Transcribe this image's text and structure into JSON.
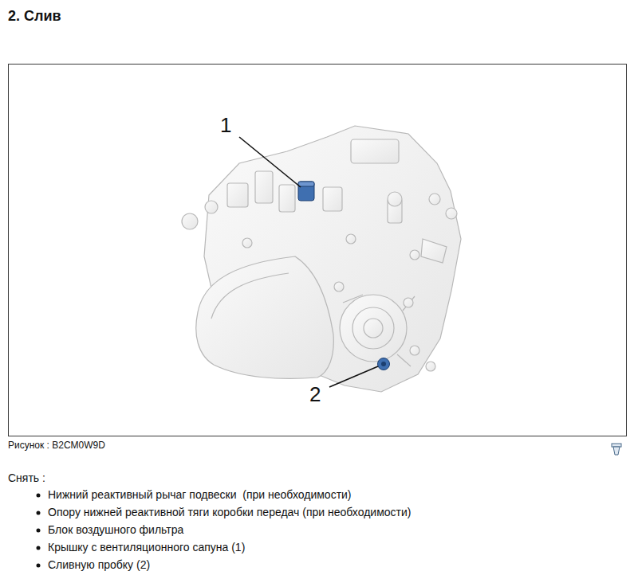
{
  "diagram": {
    "title": "2. Слив",
    "caption": "Рисунок : B2CM0W9D",
    "labels": [
      "1",
      "2",
      "Снять :",
      "Нижний реактивный рычаг подвески  (при необходимости)",
      "Опору нижней реактивной тяги коробки передач (при необходимости)",
      "Блок воздушного фильтра",
      "Крышку с вентиляционного сапуна (1)",
      "Сливную пробку (2)"
    ]
  }
}
